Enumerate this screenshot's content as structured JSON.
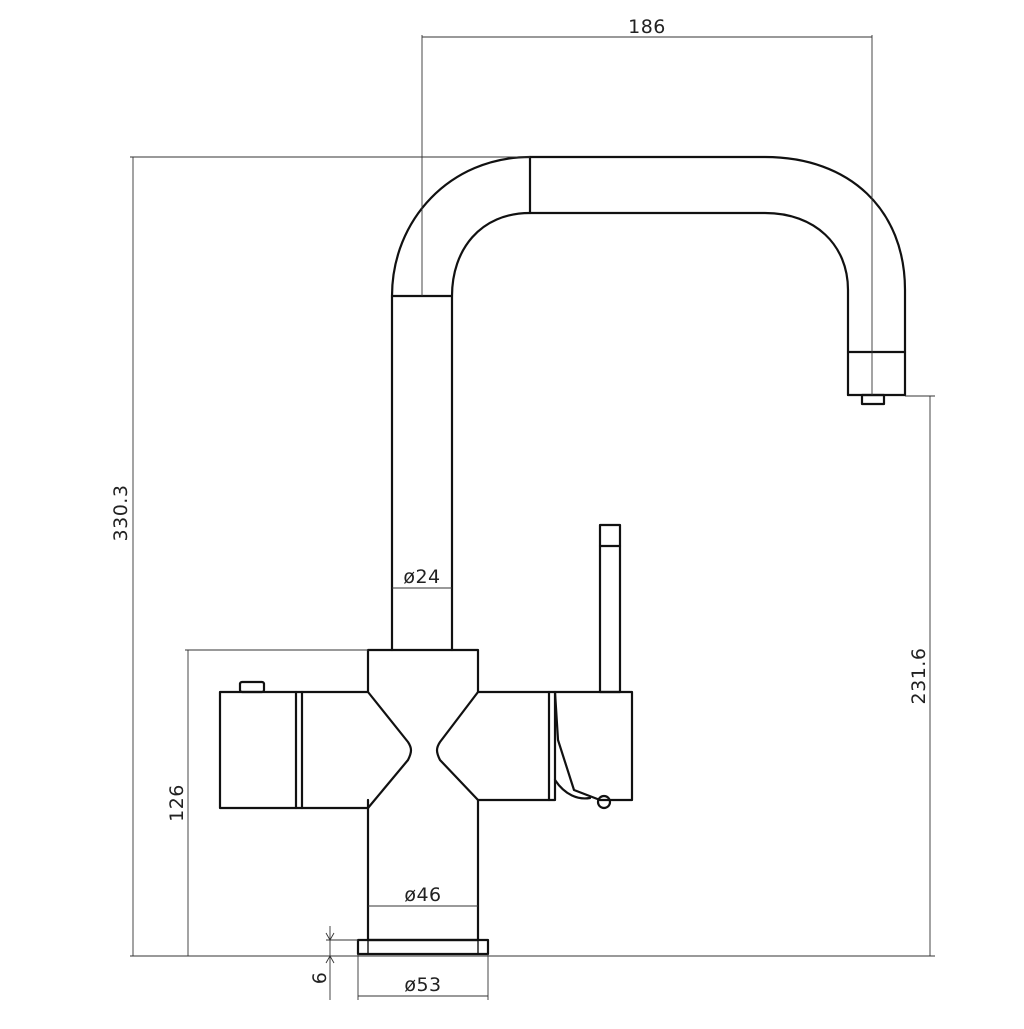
{
  "drawing": {
    "subject": "kitchen mixer tap elevation",
    "dimensions": {
      "spout_reach": "186",
      "total_height": "330.3",
      "spout_outlet_height": "231.6",
      "body_height": "126",
      "spout_diameter": "ø24",
      "body_diameter": "ø46",
      "base_diameter": "ø53",
      "base_thickness": "6"
    }
  }
}
